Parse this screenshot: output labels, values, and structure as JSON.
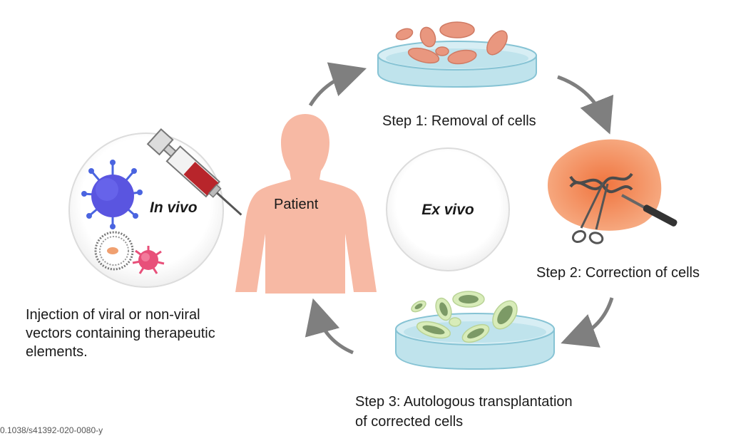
{
  "center": {
    "ex_vivo_label": "Ex vivo"
  },
  "patient": {
    "label": "Patient"
  },
  "in_vivo": {
    "label": "In vivo",
    "caption_lines": [
      "Injection of viral or non-viral",
      "vectors containing therapeutic",
      "elements."
    ]
  },
  "steps": {
    "step1": {
      "lines": [
        "Step 1: Removal of cells"
      ]
    },
    "step2": {
      "lines": [
        "Step 2: Correction of cells"
      ]
    },
    "step3": {
      "lines": [
        "Step 3: Autologous transplantation",
        "of corrected cells"
      ]
    }
  },
  "footer": {
    "doi_fragment": "0.1038/s41392-020-0080-y"
  },
  "colors": {
    "skin": "#f7b9a4",
    "dish": "#bfe3ec",
    "dish_rim": "#86c3d4",
    "cell_removed": "#e9977f",
    "cell_corrected": "#d8ecb9",
    "cell_corrected_core": "#7c9a66",
    "arrow": "#7f7f7f",
    "virus_blue": "#4a64e0",
    "virus_pink": "#e8507a",
    "orange_cell": "#f39a6a"
  }
}
